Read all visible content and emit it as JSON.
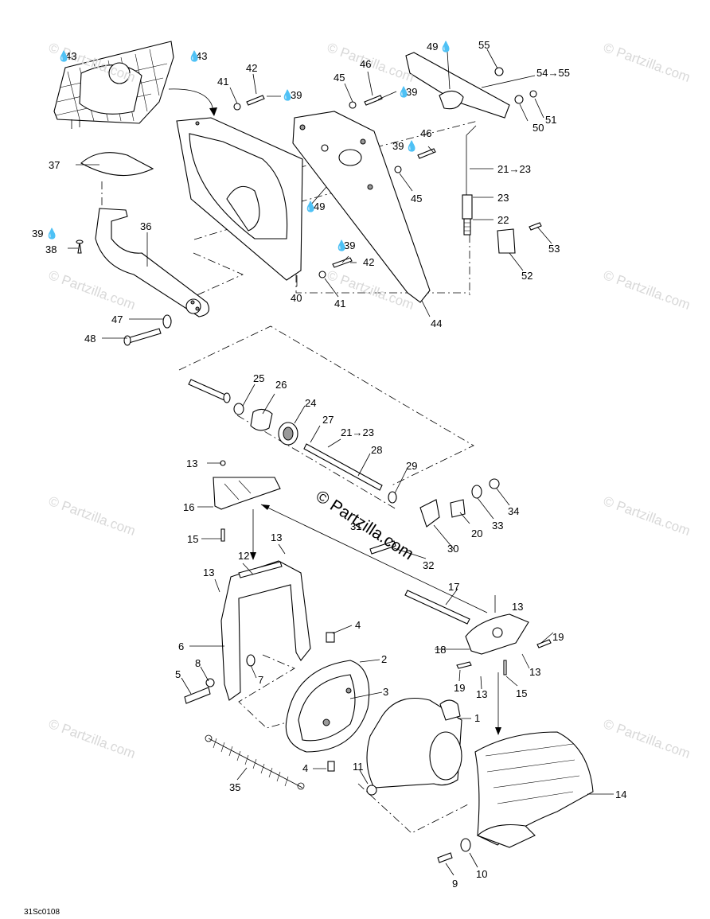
{
  "diagram": {
    "watermark_text": "© Partzilla.com",
    "drawing_code": "31Sc0108",
    "callouts": [
      {
        "id": "c43a",
        "text": "43",
        "drop": true
      },
      {
        "id": "c43b",
        "text": "43",
        "drop": true
      },
      {
        "id": "c37",
        "text": "37"
      },
      {
        "id": "c39a",
        "text": "39",
        "drop": true
      },
      {
        "id": "c38",
        "text": "38"
      },
      {
        "id": "c36",
        "text": "36"
      },
      {
        "id": "c47",
        "text": "47"
      },
      {
        "id": "c48",
        "text": "48"
      },
      {
        "id": "c41a",
        "text": "41"
      },
      {
        "id": "c42a",
        "text": "42"
      },
      {
        "id": "c39b",
        "text": "39",
        "drop": true
      },
      {
        "id": "c40",
        "text": "40"
      },
      {
        "id": "c45a",
        "text": "45"
      },
      {
        "id": "c46a",
        "text": "46"
      },
      {
        "id": "c39c",
        "text": "39",
        "drop": true
      },
      {
        "id": "c49a",
        "text": "49",
        "drop": true
      },
      {
        "id": "c39d",
        "text": "39",
        "drop": true
      },
      {
        "id": "c42b",
        "text": "42"
      },
      {
        "id": "c41b",
        "text": "41"
      },
      {
        "id": "c39e",
        "text": "39",
        "drop": true
      },
      {
        "id": "c46b",
        "text": "46"
      },
      {
        "id": "c45b",
        "text": "45"
      },
      {
        "id": "c44",
        "text": "44"
      },
      {
        "id": "c49b",
        "text": "49",
        "drop": true
      },
      {
        "id": "c55",
        "text": "55"
      },
      {
        "id": "c5455",
        "text": "54→55"
      },
      {
        "id": "c51",
        "text": "51"
      },
      {
        "id": "c50",
        "text": "50"
      },
      {
        "id": "c2123a",
        "text": "21→23"
      },
      {
        "id": "c23",
        "text": "23"
      },
      {
        "id": "c22",
        "text": "22"
      },
      {
        "id": "c53",
        "text": "53"
      },
      {
        "id": "c52",
        "text": "52"
      },
      {
        "id": "c25",
        "text": "25"
      },
      {
        "id": "c26",
        "text": "26"
      },
      {
        "id": "c24",
        "text": "24"
      },
      {
        "id": "c27",
        "text": "27"
      },
      {
        "id": "c2123b",
        "text": "21→23"
      },
      {
        "id": "c28",
        "text": "28"
      },
      {
        "id": "c29",
        "text": "29"
      },
      {
        "id": "c20",
        "text": "20"
      },
      {
        "id": "c33",
        "text": "33"
      },
      {
        "id": "c34",
        "text": "34"
      },
      {
        "id": "c30",
        "text": "30"
      },
      {
        "id": "c31",
        "text": "31"
      },
      {
        "id": "c32",
        "text": "32"
      },
      {
        "id": "c13a",
        "text": "13"
      },
      {
        "id": "c16",
        "text": "16"
      },
      {
        "id": "c15a",
        "text": "15"
      },
      {
        "id": "c12",
        "text": "12"
      },
      {
        "id": "c13b",
        "text": "13"
      },
      {
        "id": "c13c",
        "text": "13"
      },
      {
        "id": "c6",
        "text": "6"
      },
      {
        "id": "c8",
        "text": "8"
      },
      {
        "id": "c5",
        "text": "5"
      },
      {
        "id": "c7",
        "text": "7"
      },
      {
        "id": "c4a",
        "text": "4"
      },
      {
        "id": "c2",
        "text": "2"
      },
      {
        "id": "c3",
        "text": "3"
      },
      {
        "id": "c1",
        "text": "1"
      },
      {
        "id": "c4b",
        "text": "4"
      },
      {
        "id": "c35",
        "text": "35"
      },
      {
        "id": "c11",
        "text": "11"
      },
      {
        "id": "c17",
        "text": "17"
      },
      {
        "id": "c13d",
        "text": "13"
      },
      {
        "id": "c19a",
        "text": "19"
      },
      {
        "id": "c18",
        "text": "18"
      },
      {
        "id": "c19b",
        "text": "19"
      },
      {
        "id": "c13e",
        "text": "13"
      },
      {
        "id": "c13f",
        "text": "13"
      },
      {
        "id": "c15b",
        "text": "15"
      },
      {
        "id": "c14",
        "text": "14"
      },
      {
        "id": "c9",
        "text": "9"
      },
      {
        "id": "c10",
        "text": "10"
      }
    ]
  }
}
